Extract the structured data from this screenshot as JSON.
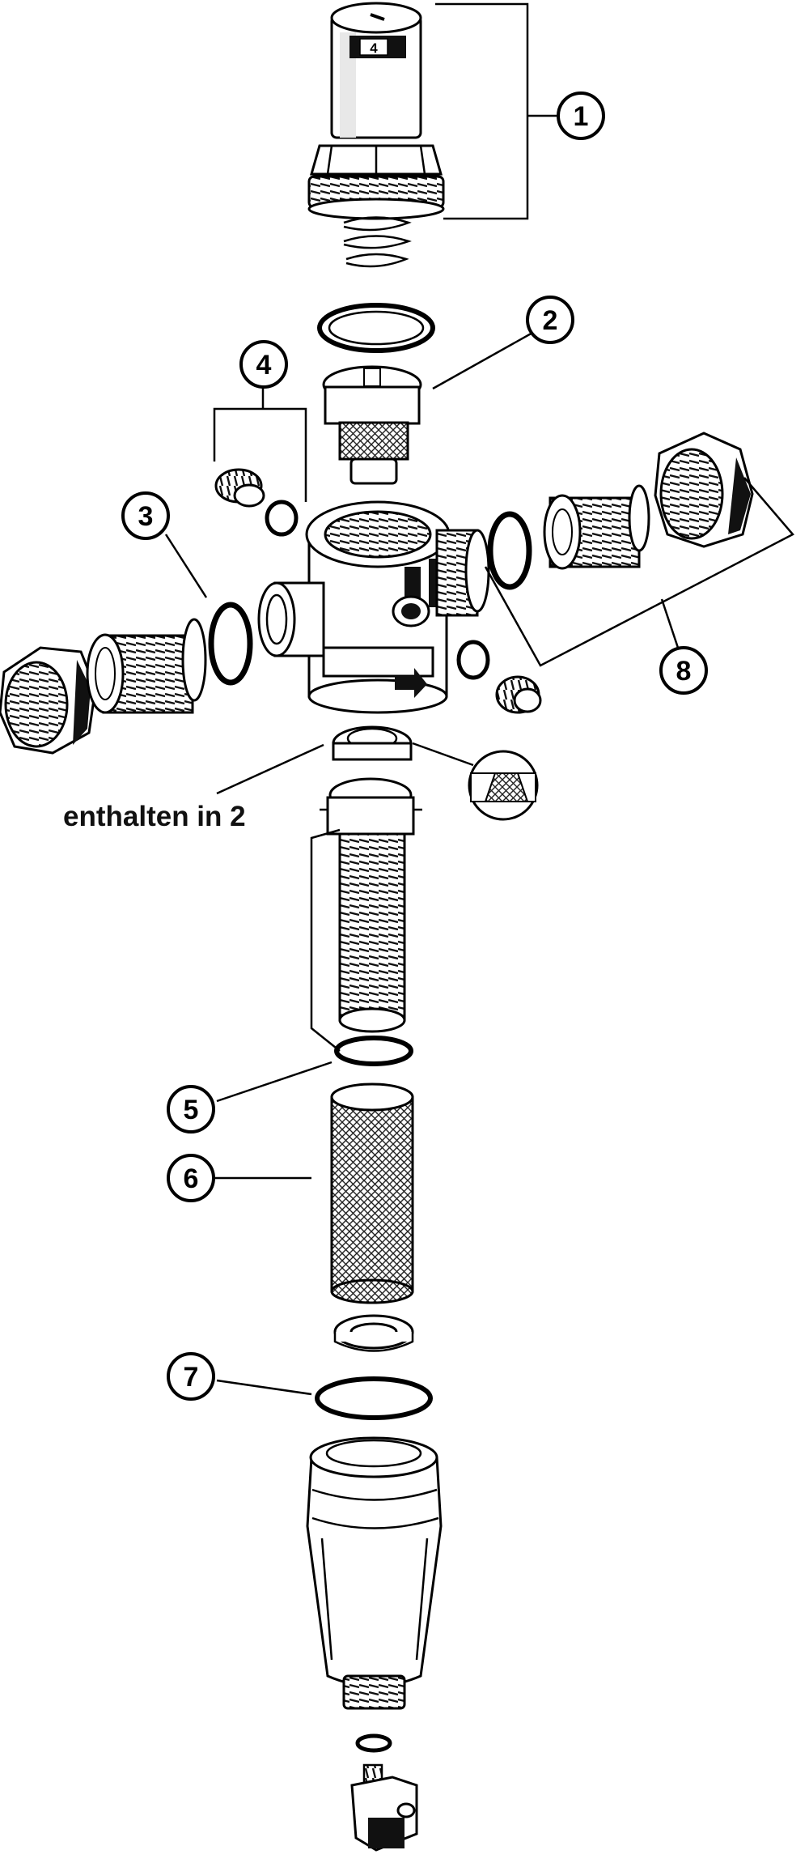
{
  "diagram": {
    "callouts": [
      "1",
      "2",
      "3",
      "4",
      "5",
      "6",
      "7",
      "8"
    ],
    "dial_value": "4",
    "caption": "enthalten in 2"
  },
  "colors": {
    "line": "#000000",
    "fill": "#ffffff",
    "shade": "#1a1a1a"
  }
}
